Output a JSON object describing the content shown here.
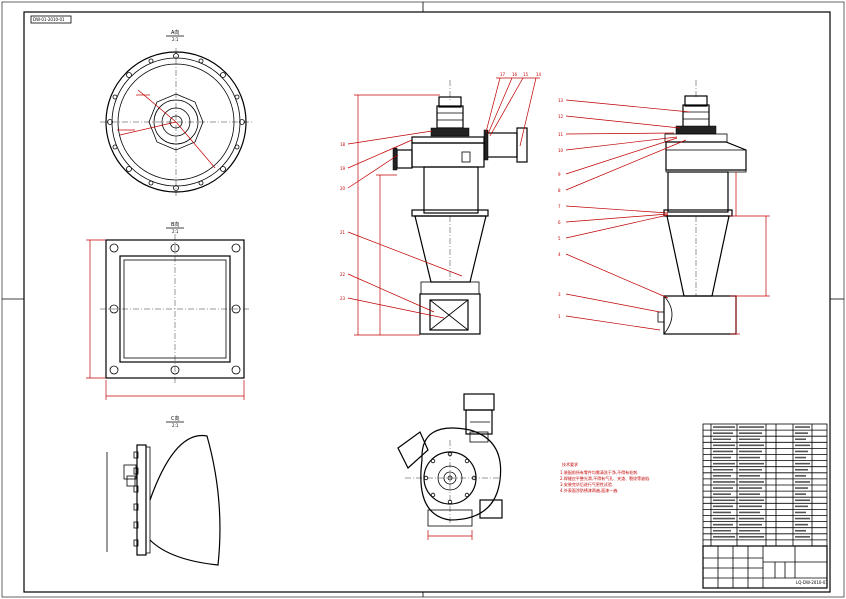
{
  "drawing": {
    "drawing_number_box": "DW-01-2010-01",
    "view_a": {
      "title": "A向",
      "scale": "2:1"
    },
    "view_b": {
      "title": "B向",
      "scale": "2:1"
    },
    "view_c": {
      "title": "C向",
      "scale": "2:1"
    },
    "tech_requirements": {
      "title": "技术要求",
      "lines": [
        "1.装配前所有零件均需清洗干净,不得有毛刺.",
        "2.焊缝应平整光滑,不得有气孔、夹渣、裂纹等缺陷.",
        "3.安装完毕后进行气密性试验.",
        "4.外表面涂防锈漆两遍,面漆一遍."
      ]
    },
    "title_block": {
      "drawing_code": "LQ-DW-2010-01"
    }
  }
}
